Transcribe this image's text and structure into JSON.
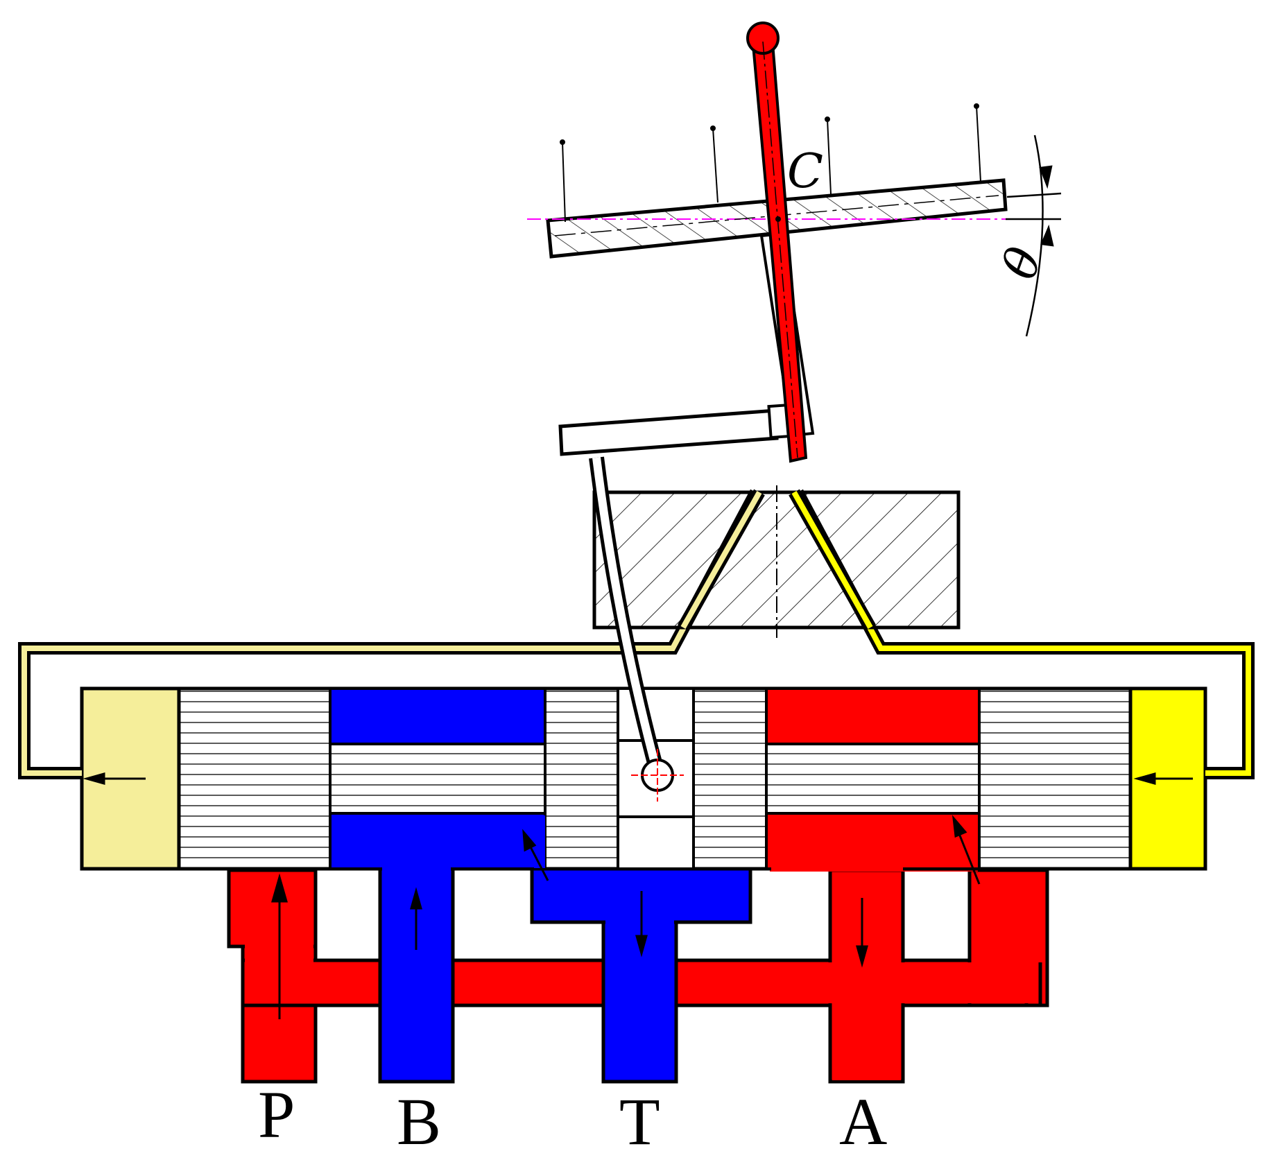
{
  "labels": {
    "port_p": "P",
    "port_b": "B",
    "port_t": "T",
    "port_a": "A",
    "point_c": "C",
    "angle": "θ"
  },
  "colors": {
    "pressure": "#ff0000",
    "return": "#0000ff",
    "yellow_signal": "#ffff00",
    "pale_signal": "#f5ee9a",
    "outline": "#000000",
    "guide_line": "#ff00ff"
  }
}
